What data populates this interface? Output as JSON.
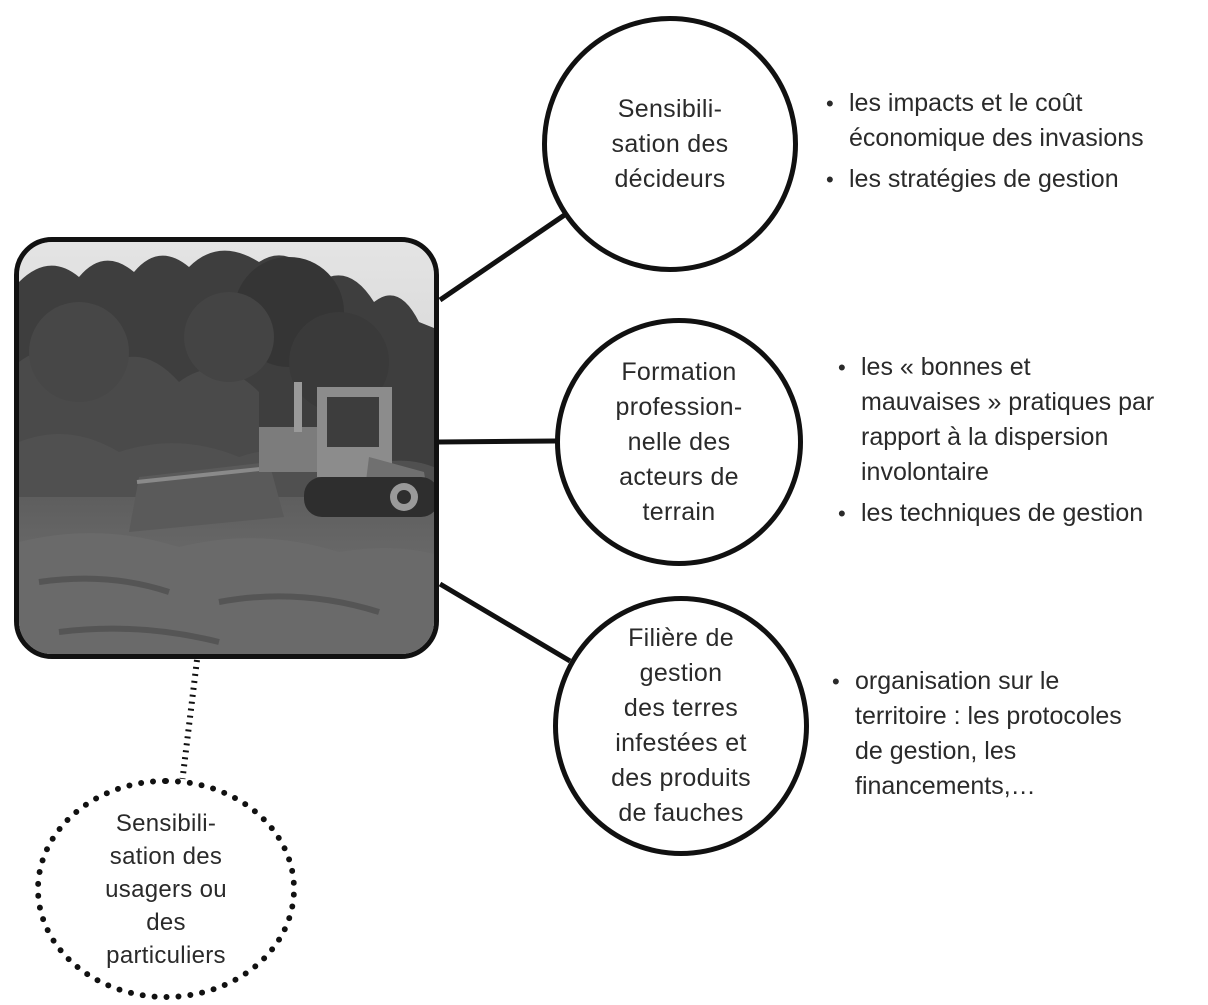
{
  "nodes": {
    "decideurs": {
      "label": "Sensibili-\nsation des\ndécideurs"
    },
    "formation": {
      "label": "Formation\nprofession-\nnelle des\nacteurs de\nterrain"
    },
    "filiere": {
      "label": "Filière de\ngestion\ndes terres\ninfestées et\ndes produits\nde fauches"
    },
    "usagers": {
      "label": "Sensibili-\nsation des\nusagers ou\ndes\nparticuliers"
    }
  },
  "bullets": {
    "decideurs": [
      "les impacts et le coût\néconomique  des invasions",
      "les stratégies de gestion"
    ],
    "formation": [
      "les « bonnes et\nmauvaises » pratiques par\nrapport à la dispersion\ninvolontaire",
      "les techniques de gestion"
    ],
    "filiere": [
      "organisation sur le\nterritoire : les protocoles\nde gestion, les\nfinancements,…"
    ]
  },
  "photo": {
    "subject": "bulldozer clearing vegetation (grayscale photograph)"
  },
  "colors": {
    "stroke": "#111111",
    "text": "#2a2a2a",
    "background": "#ffffff"
  }
}
